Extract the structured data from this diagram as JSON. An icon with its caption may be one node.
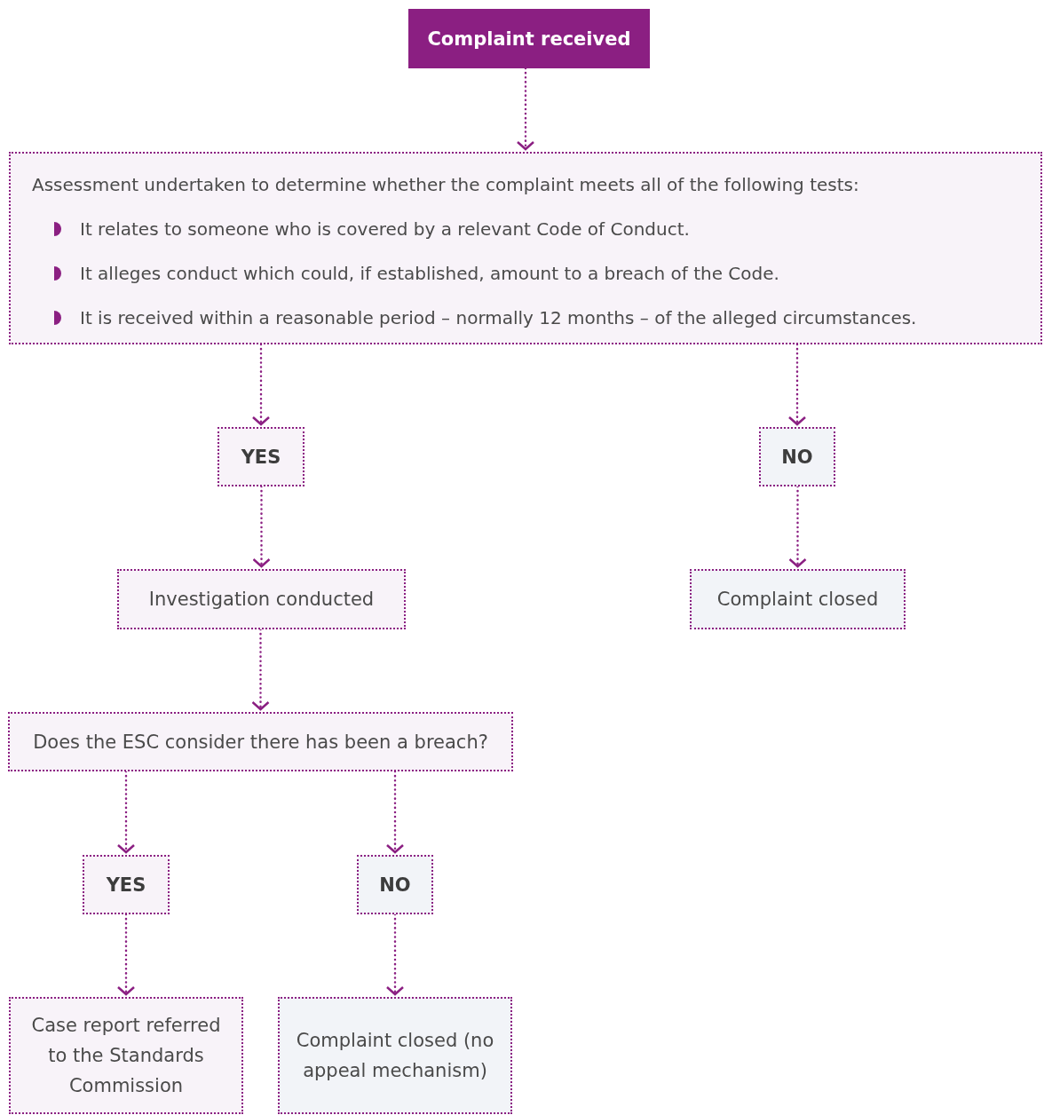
{
  "diagram": {
    "nodes": [
      {
        "text": [
          "Complaint received"
        ]
      },
      {
        "text": [
          "Assessment undertaken to determine whether the complaint meets all of the following tests:",
          "It relates to someone who is covered by a relevant Code of Conduct.",
          "It alleges conduct which could, if established, amount to a breach of the Code.",
          "It is received within a reasonable period – normally 12 months – of the alleged circumstances."
        ]
      },
      {
        "text": [
          "YES"
        ]
      },
      {
        "text": [
          "NO"
        ]
      },
      {
        "text": [
          "Investigation conducted"
        ]
      },
      {
        "text": [
          "Complaint closed"
        ]
      },
      {
        "text": [
          "Does the ESC consider there has been a breach?"
        ]
      },
      {
        "text": [
          "YES"
        ]
      },
      {
        "text": [
          "NO"
        ]
      },
      {
        "text": [
          "Case report referred to the Standards Commission"
        ]
      },
      {
        "text": [
          "Complaint closed (no appeal mechanism)"
        ]
      }
    ],
    "edges": [
      {
        "from": 0,
        "to": 1,
        "arrow": "to"
      },
      {
        "from": 1,
        "to": 2,
        "arrow": "to"
      },
      {
        "from": 1,
        "to": 3,
        "arrow": "to"
      },
      {
        "from": 2,
        "to": 4,
        "arrow": "to"
      },
      {
        "from": 3,
        "to": 5,
        "arrow": "to"
      },
      {
        "from": 4,
        "to": 6,
        "arrow": "to"
      },
      {
        "from": 6,
        "to": 7,
        "arrow": "to"
      },
      {
        "from": 6,
        "to": 8,
        "arrow": "to"
      },
      {
        "from": 7,
        "to": 9,
        "arrow": "to"
      },
      {
        "from": 8,
        "to": 10,
        "arrow": "to"
      }
    ]
  }
}
